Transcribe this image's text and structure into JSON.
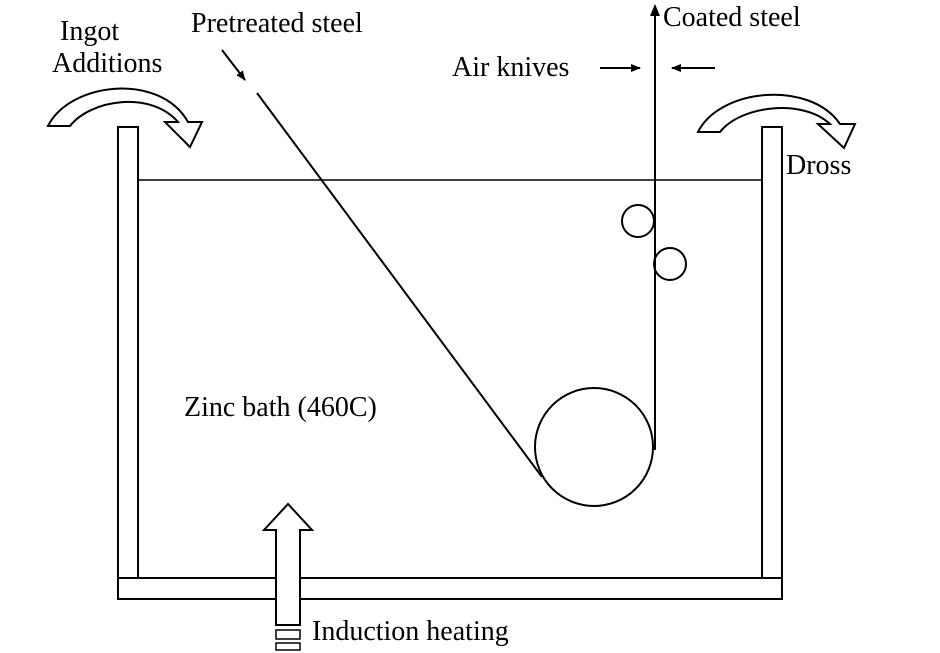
{
  "labels": {
    "ingot_line1": "Ingot",
    "ingot_line2": "Additions",
    "pretreated": "Pretreated steel",
    "coated": "Coated steel",
    "air_knives": "Air knives",
    "dross": "Dross",
    "bath": "Zinc bath (460C)",
    "induction": "Induction heating"
  }
}
